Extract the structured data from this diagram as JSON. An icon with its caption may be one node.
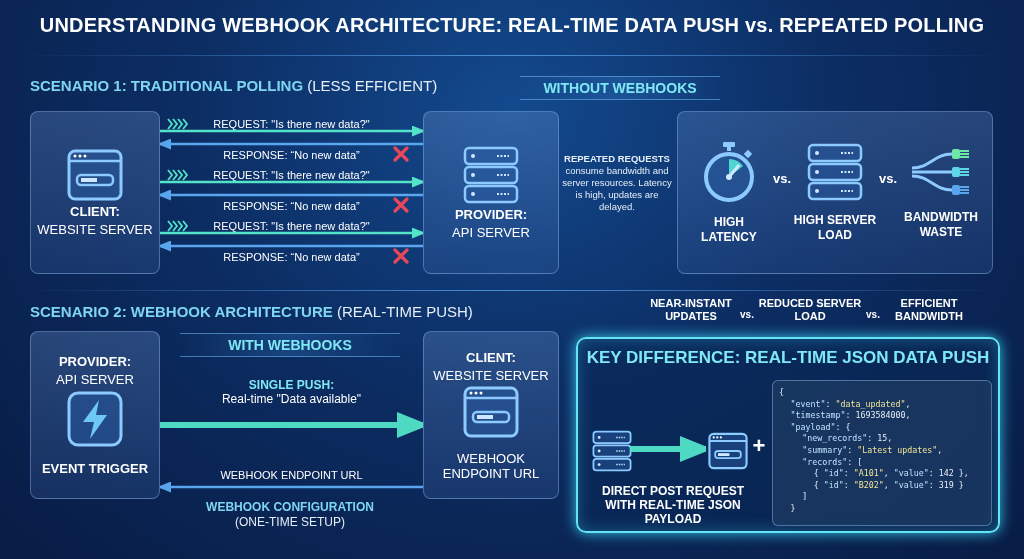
{
  "diagram": {
    "title": "UNDERSTANDING WEBHOOK ARCHITECTURE: REAL-TIME DATA PUSH vs. REPEATED POLLING",
    "nodes": [
      {
        "text": [
          "CLIENT:",
          "WEBSITE SERVER"
        ]
      },
      {
        "text": [
          "PROVIDER:",
          "API SERVER"
        ]
      },
      {
        "text": [
          "HIGH LATENCY",
          "vs.",
          "HIGH SERVER LOAD",
          "vs.",
          "BANDWIDTH WASTE"
        ]
      },
      {
        "text": [
          "PROVIDER:",
          "API SERVER",
          "EVENT TRIGGER"
        ]
      },
      {
        "text": [
          "CLIENT:",
          "WEBSITE SERVER",
          "WEBHOOK ENDPOINT URL"
        ]
      },
      {
        "text": [
          "KEY DIFFERENCE: REAL-TIME JSON DATA PUSH",
          "DIRECT POST REQUEST WITH REAL-TIME JSON PAYLOAD"
        ]
      },
      {
        "text": [],
        "shape": "picture",
        "in": 5
      },
      {
        "text": [],
        "shape": "picture",
        "in": 5
      },
      {
        "text": [
          "{",
          "\"event\": \"data_updated\",",
          "\"timestamp\": 1693584000,",
          "\"payload\": {",
          "\"new_records\": 15,",
          "\"summary\": \"Latest updates\",",
          "\"records\": [",
          "{ \"id\": \"A101\", \"value\": 142 },",
          "{ \"id\": \"B202\", \"value\": 319 }",
          "]",
          "}"
        ],
        "in": 5
      }
    ],
    "edges": [
      {
        "from": 0,
        "to": 1,
        "arrow": "to",
        "label": "REQUEST: \"Is there new data?\"",
        "color": "#52e3c9"
      },
      {
        "from": 1,
        "to": 0,
        "arrow": "to",
        "label": "RESPONSE: “No new data”"
      },
      {
        "from": 0,
        "to": 1,
        "arrow": "to",
        "label": "REQUEST: \"Is there new data?\"",
        "color": "#52e3c9"
      },
      {
        "from": 1,
        "to": 0,
        "arrow": "to",
        "label": "RESPONSE: “No new data”"
      },
      {
        "from": 0,
        "to": 1,
        "arrow": "to",
        "label": "REQUEST: \"Is there new data?\"",
        "color": "#52e3c9"
      },
      {
        "from": 1,
        "to": 0,
        "arrow": "to",
        "label": "RESPONSE: “No new data”"
      },
      {
        "from": 3,
        "to": 4,
        "arrow": "to",
        "label": "**SINGLE PUSH:** Real-time \"Data available\"",
        "style": "thick",
        "color": "#52e3c9"
      },
      {
        "from": 4,
        "to": 3,
        "arrow": "to",
        "label": "WEBHOOK ENDPOINT URL"
      },
      {
        "from": 6,
        "to": 7,
        "arrow": "to",
        "style": "thick",
        "color": "#52e3c9"
      }
    ],
    "labels": [
      "**SCENARIO 1: TRADITIONAL POLLING** (LESS EFFICIENT)",
      "WITHOUT WEBHOOKS",
      "**REPEATED REQUESTS** consume bandwidth and server resources. Latency is high, updates are delayed.",
      "**SCENARIO 2: WEBHOOK ARCHITECTURE** (REAL-TIME PUSH)",
      "NEAR-INSTANT UPDATES",
      "vs.",
      "REDUCED SERVER LOAD",
      "vs.",
      "EFFICIENT BANDWIDTH",
      "WITH WEBHOOKS",
      "**WEBHOOK CONFIGURATION** (ONE-TIME SETUP)",
      "+"
    ]
  }
}
